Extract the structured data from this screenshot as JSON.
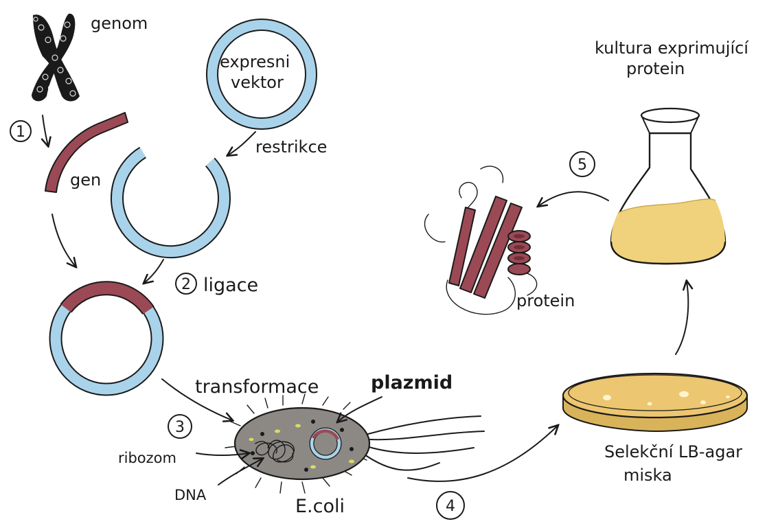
{
  "colors": {
    "gene": "#9b4a55",
    "gene_dark": "#6e2f39",
    "vector": "#a9d3ea",
    "ink": "#1a1a1a",
    "culture": "#f0d27c",
    "agar": "#ecc670",
    "bacterium": "#8c8985"
  },
  "labels": {
    "genom": "genom",
    "expresni": "expresni",
    "vektor": "vektor",
    "restrikce": "restrikce",
    "gen": "gen",
    "ligace": "ligace",
    "transformace": "transformace",
    "plazmid": "plazmid",
    "ribozom": "ribozom",
    "dna": "DNA",
    "ecoli": "E.coli",
    "kultura_line1": "kultura exprimující",
    "kultura_line2": "protein",
    "protein": "protein",
    "miska_line1": "Selekční LB-agar",
    "miska_line2": "miska"
  },
  "steps": [
    "1",
    "2",
    "3",
    "4",
    "5"
  ]
}
